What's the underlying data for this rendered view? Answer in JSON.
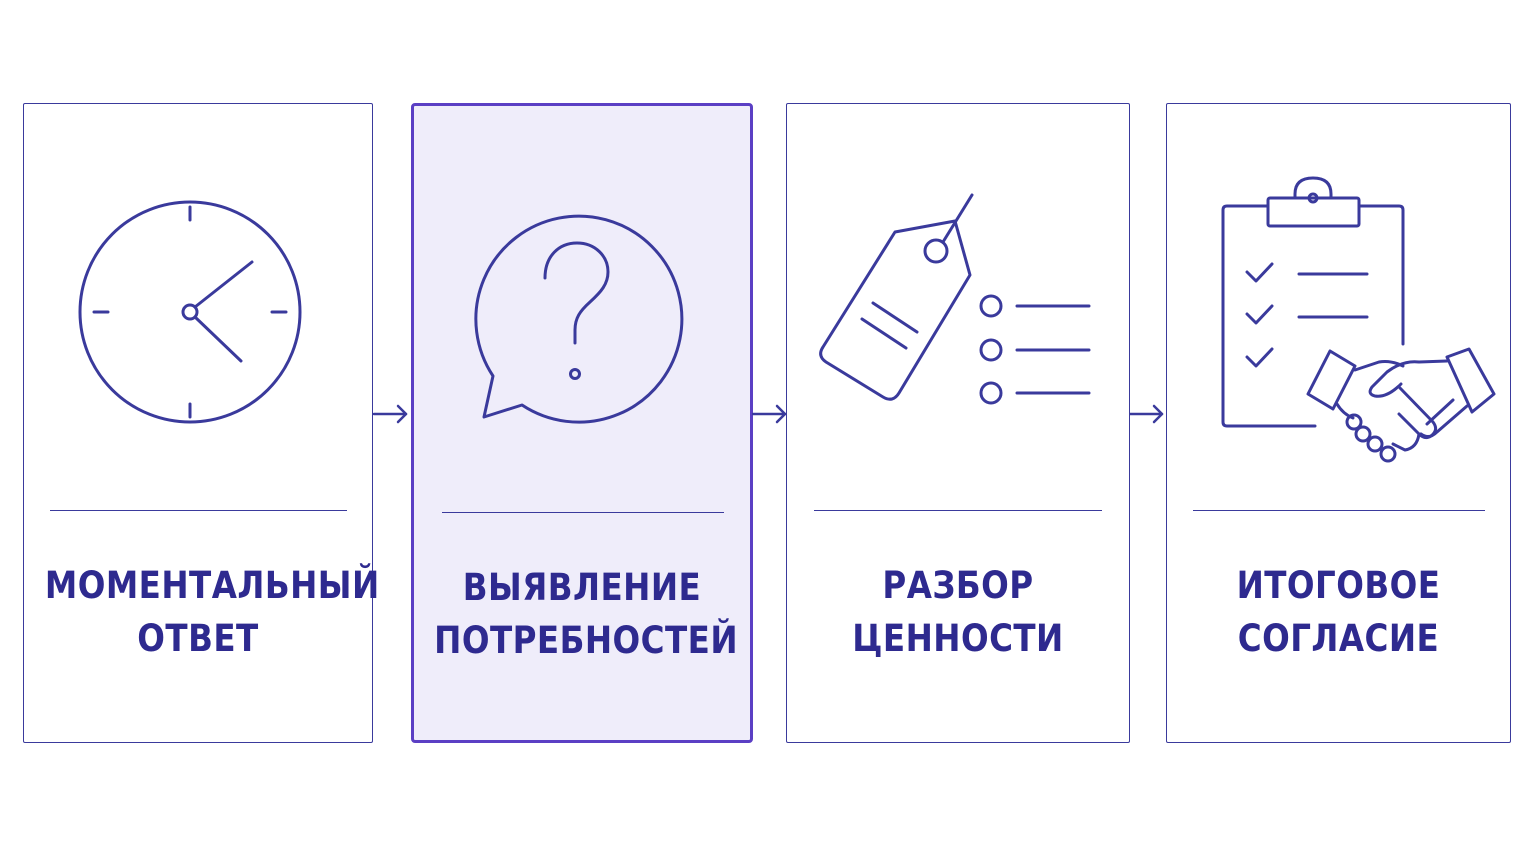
{
  "steps": [
    {
      "icon": "clock-icon",
      "line1": "МОМЕНТАЛЬНЫЙ",
      "line2": "ОТВЕТ",
      "active": false
    },
    {
      "icon": "question-speech-bubble-icon",
      "line1": "ВЫЯВЛЕНИЕ",
      "line2": "ПОТРЕБНОСТЕЙ",
      "active": true
    },
    {
      "icon": "price-tag-list-icon",
      "line1": "РАЗБОР",
      "line2": "ЦЕННОСТИ",
      "active": false
    },
    {
      "icon": "clipboard-handshake-icon",
      "line1": "ИТОГОВОЕ",
      "line2": "СОГЛАСИЕ",
      "active": false
    }
  ],
  "colors": {
    "line": "#3a3a9c",
    "text": "#2e2a8f",
    "active_border": "#5b3fc4",
    "active_fill": "#efedfa"
  }
}
